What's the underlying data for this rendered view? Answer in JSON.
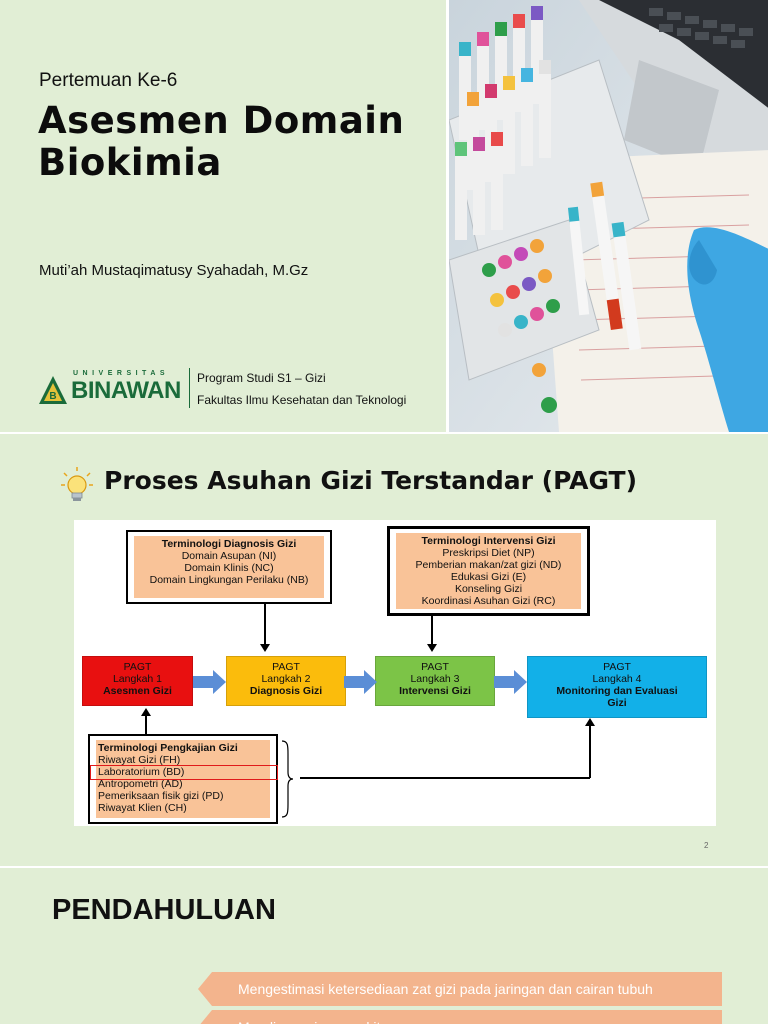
{
  "slide1": {
    "meeting": "Pertemuan Ke-6",
    "title_line1": "Asesmen Domain",
    "title_line2": "Biokimia",
    "author": "Muti’ah Mustaqimatusy Syahadah, M.Gz",
    "logo_upper": "UNIVERSITAS",
    "logo_word": "BINAWAN",
    "program": "Program Studi S1 – Gizi",
    "faculty": "Fakultas Ilmu Kesehatan dan Teknologi"
  },
  "slide2": {
    "title": "Proses Asuhan Gizi Terstandar (PAGT)",
    "slide_number": "2",
    "diagnosis_box": {
      "heading": "Terminologi Diagnosis Gizi",
      "items": [
        "Domain Asupan (NI)",
        "Domain Klinis (NC)",
        "Domain Lingkungan Perilaku (NB)"
      ]
    },
    "intervention_box": {
      "heading": "Terminologi Intervensi Gizi",
      "items": [
        "Preskripsi Diet (NP)",
        "Pemberian makan/zat gizi (ND)",
        "Edukasi Gizi (E)",
        "Konseling Gizi",
        "Koordinasi Asuhan Gizi (RC)"
      ]
    },
    "assessment_box": {
      "heading": "Terminologi Pengkajian Gizi",
      "items": [
        "Riwayat Gizi (FH)",
        "Laboratorium (BD)",
        "Antropometri (AD)",
        "Pemeriksaan  fisik gizi (PD)",
        "Riwayat Klien (CH)"
      ]
    },
    "steps": [
      {
        "l1": "PAGT",
        "l2": "Langkah 1",
        "l3": "Asesmen Gizi",
        "color": "#e81010"
      },
      {
        "l1": "PAGT",
        "l2": "Langkah 2",
        "l3": "Diagnosis Gizi",
        "color": "#fbbc0c"
      },
      {
        "l1": "PAGT",
        "l2": "Langkah 3",
        "l3": "Intervensi Gizi",
        "color": "#7cc447"
      },
      {
        "l1": "PAGT",
        "l2": "Langkah 4",
        "l3": "Monitoring dan Evaluasi",
        "l4": "Gizi",
        "color": "#12b0e8"
      }
    ]
  },
  "slide3": {
    "title": "PENDAHULUAN",
    "tags": [
      "Mengestimasi ketersediaan zat gizi  pada jaringan dan cairan tubuh",
      "Mendiagnosis penyakit"
    ]
  }
}
